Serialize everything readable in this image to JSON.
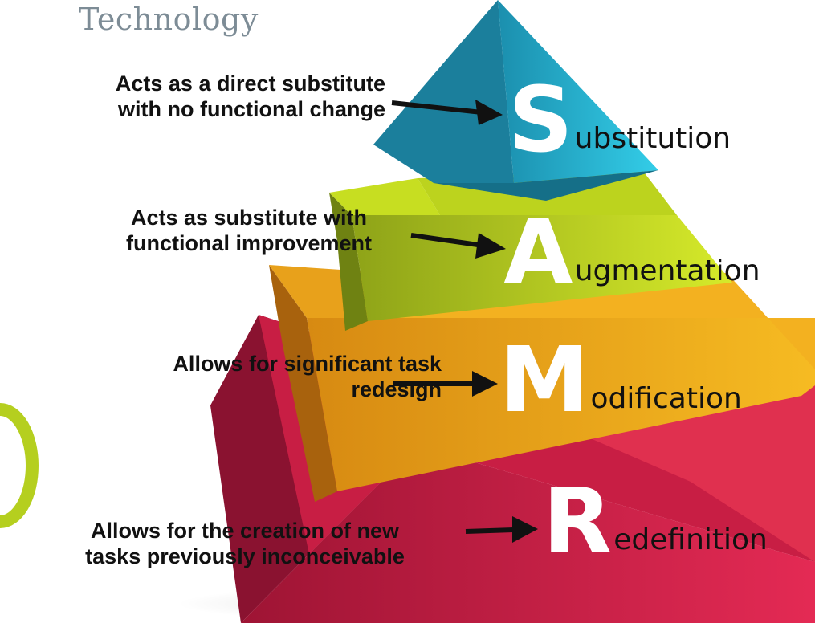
{
  "heading": "Technology",
  "levels": [
    {
      "letter": "S",
      "rest": "ubstitution",
      "description_lines": [
        "Acts as a direct substitute",
        "with no functional change"
      ]
    },
    {
      "letter": "A",
      "rest": "ugmentation",
      "description_lines": [
        "Acts as substitute with",
        "functional improvement"
      ]
    },
    {
      "letter": "M",
      "rest": "odification",
      "description_lines": [
        "Allows for significant task",
        "redesign"
      ]
    },
    {
      "letter": "R",
      "rest": "edefinition",
      "description_lines": [
        "Allows for the creation of new",
        "tasks previously inconceivable"
      ]
    }
  ],
  "colors": {
    "substitution": "#2bb8d6",
    "augmentation": "#b5cf1f",
    "modification": "#f0a81c",
    "redefinition": "#d8234a",
    "heading": "#7d8c96",
    "arrow": "#111111"
  }
}
